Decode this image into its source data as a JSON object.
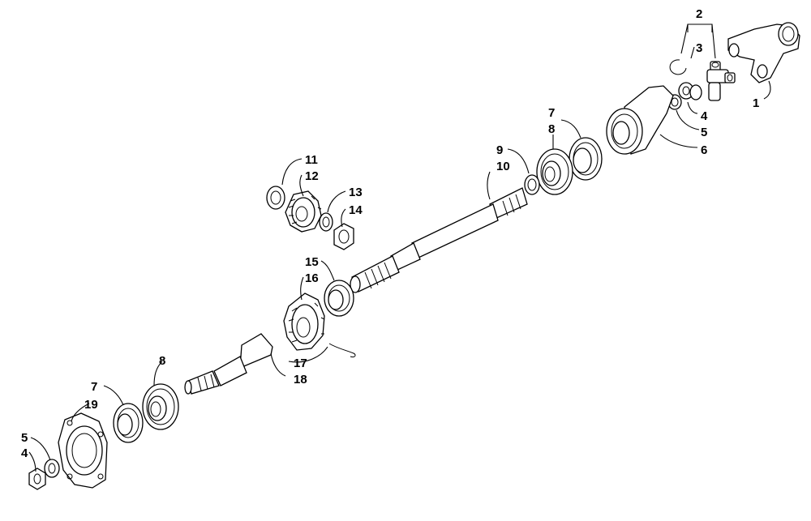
{
  "callouts": [
    {
      "id": "c1",
      "text": "1"
    },
    {
      "id": "c2",
      "text": "2"
    },
    {
      "id": "c3",
      "text": "3"
    },
    {
      "id": "c4a",
      "text": "4"
    },
    {
      "id": "c5a",
      "text": "5"
    },
    {
      "id": "c6",
      "text": "6"
    },
    {
      "id": "c7a",
      "text": "7"
    },
    {
      "id": "c8a",
      "text": "8"
    },
    {
      "id": "c9",
      "text": "9"
    },
    {
      "id": "c10",
      "text": "10"
    },
    {
      "id": "c11",
      "text": "11"
    },
    {
      "id": "c12",
      "text": "12"
    },
    {
      "id": "c13",
      "text": "13"
    },
    {
      "id": "c14",
      "text": "14"
    },
    {
      "id": "c15",
      "text": "15"
    },
    {
      "id": "c16",
      "text": "16"
    },
    {
      "id": "c17",
      "text": "17"
    },
    {
      "id": "c18",
      "text": "18"
    },
    {
      "id": "c8b",
      "text": "8"
    },
    {
      "id": "c7b",
      "text": "7"
    },
    {
      "id": "c19",
      "text": "19"
    },
    {
      "id": "c5b",
      "text": "5"
    },
    {
      "id": "c4b",
      "text": "4"
    }
  ]
}
